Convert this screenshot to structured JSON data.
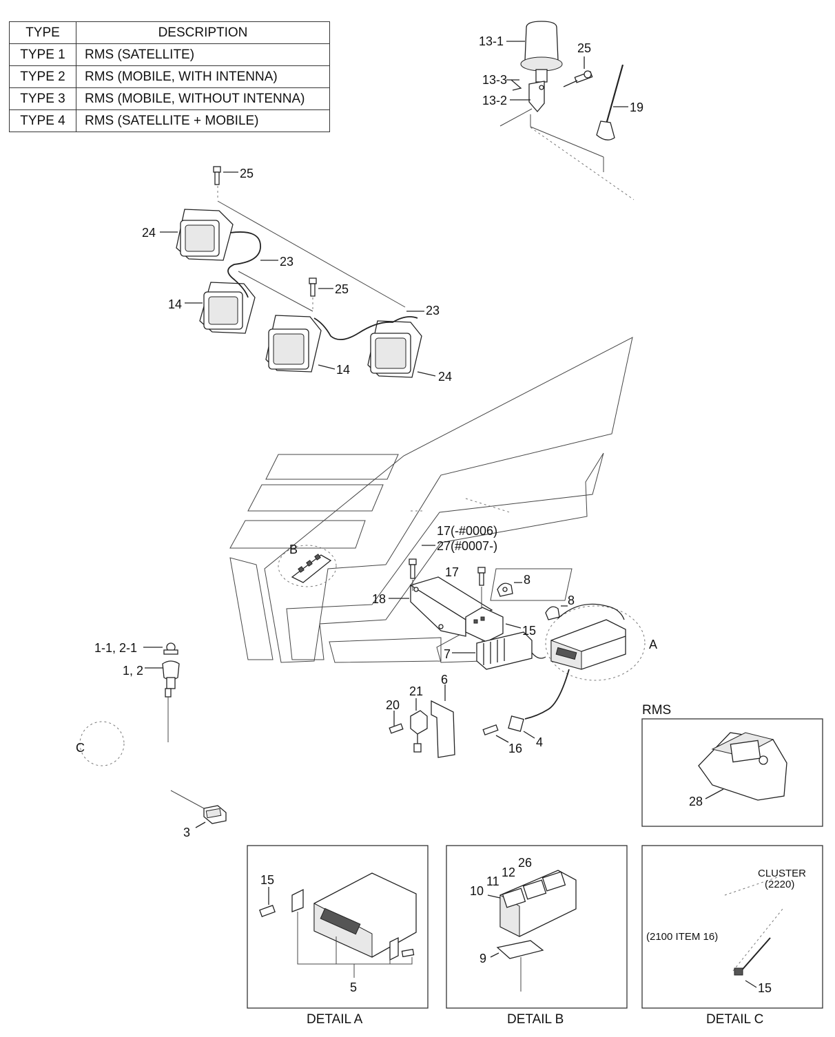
{
  "type_table": {
    "headers": [
      "TYPE",
      "DESCRIPTION"
    ],
    "rows": [
      {
        "type": "TYPE 1",
        "description": "RMS (SATELLITE)"
      },
      {
        "type": "TYPE 2",
        "description": "RMS (MOBILE, WITH INTENNA)"
      },
      {
        "type": "TYPE 3",
        "description": "RMS (MOBILE, WITHOUT INTENNA)"
      },
      {
        "type": "TYPE 4",
        "description": "RMS (SATELLITE + MOBILE)"
      }
    ]
  },
  "callouts": {
    "c13_1": "13-1",
    "c13_2": "13-2",
    "c13_3": "13-3",
    "c25_top": "25",
    "c19": "19",
    "c25_left": "25",
    "c24_top": "24",
    "c23_top": "23",
    "c14_left": "14",
    "c25_mid": "25",
    "c23_right": "23",
    "c14_bottom": "14",
    "c24_bottom": "24",
    "c17_note": "17(-#0006)",
    "c27_note": "27(#0007-)",
    "c17": "17",
    "c8_top": "8",
    "c8_right": "8",
    "c18": "18",
    "c15": "15",
    "c7": "7",
    "cA": "A",
    "cB": "B",
    "c1_1": "1-1, 2-1",
    "c1_2": "1, 2",
    "cC": "C",
    "c3": "3",
    "c20": "20",
    "c21": "21",
    "c6": "6",
    "c16": "16",
    "c4": "4",
    "c28": "28",
    "dA_15": "15",
    "dA_5": "5",
    "dB_26": "26",
    "dB_12": "12",
    "dB_11": "11",
    "dB_10": "10",
    "dB_9": "9",
    "dC_cluster": "CLUSTER",
    "dC_2220": "(2220)",
    "dC_2100": "(2100 ITEM 16)",
    "dC_15": "15"
  },
  "panels": {
    "rms_title": "RMS",
    "detail_a": "DETAIL A",
    "detail_b": "DETAIL B",
    "detail_c": "DETAIL C"
  }
}
